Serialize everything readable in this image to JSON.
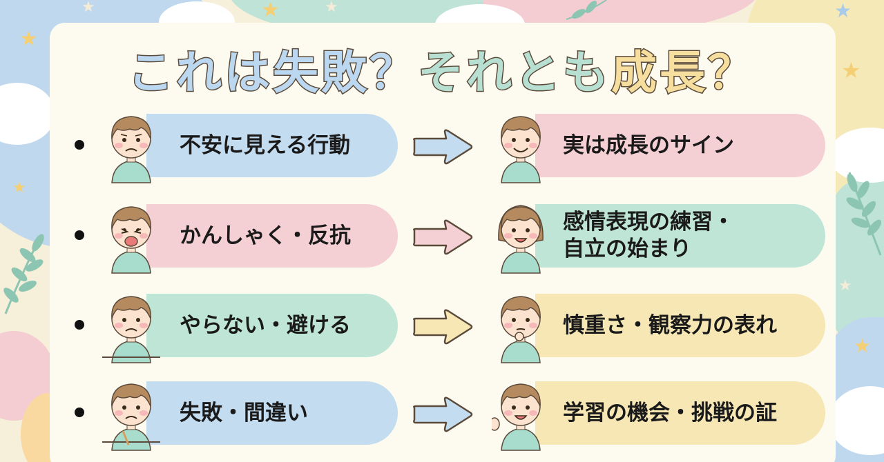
{
  "title": {
    "part1": "これは失敗？",
    "part2": "それとも",
    "part3": "成長？"
  },
  "colors": {
    "blue": "#c3dcf0",
    "pink": "#f4cfd4",
    "mint": "#bfe5d6",
    "yellow": "#f6e7b4",
    "outline": "#5b4a3a"
  },
  "rows": [
    {
      "behavior": "不安に見える行動",
      "meaning": "実は成長のサイン",
      "left_color": "blue",
      "arrow_color": "blue",
      "right_color": "pink",
      "left_icon": "worried-child-icon",
      "right_icon": "smiling-child-hands-on-hips-icon"
    },
    {
      "behavior": "かんしゃく・反抗",
      "meaning_line1": "感情表現の練習・",
      "meaning_line2": "自立の始まり",
      "left_color": "pink",
      "arrow_color": "pink",
      "right_color": "mint",
      "left_icon": "angry-child-icon",
      "right_icon": "happy-girl-icon"
    },
    {
      "behavior": "やらない・避ける",
      "meaning": "慎重さ・観察力の表れ",
      "left_color": "mint",
      "arrow_color": "yellow",
      "right_color": "yellow",
      "left_icon": "bored-child-icon",
      "right_icon": "thinking-child-icon"
    },
    {
      "behavior": "失敗・間違い",
      "meaning": "学習の機会・挑戦の証",
      "left_color": "blue",
      "arrow_color": "blue",
      "right_color": "yellow",
      "left_icon": "sad-writing-child-icon",
      "right_icon": "waving-child-icon"
    }
  ]
}
